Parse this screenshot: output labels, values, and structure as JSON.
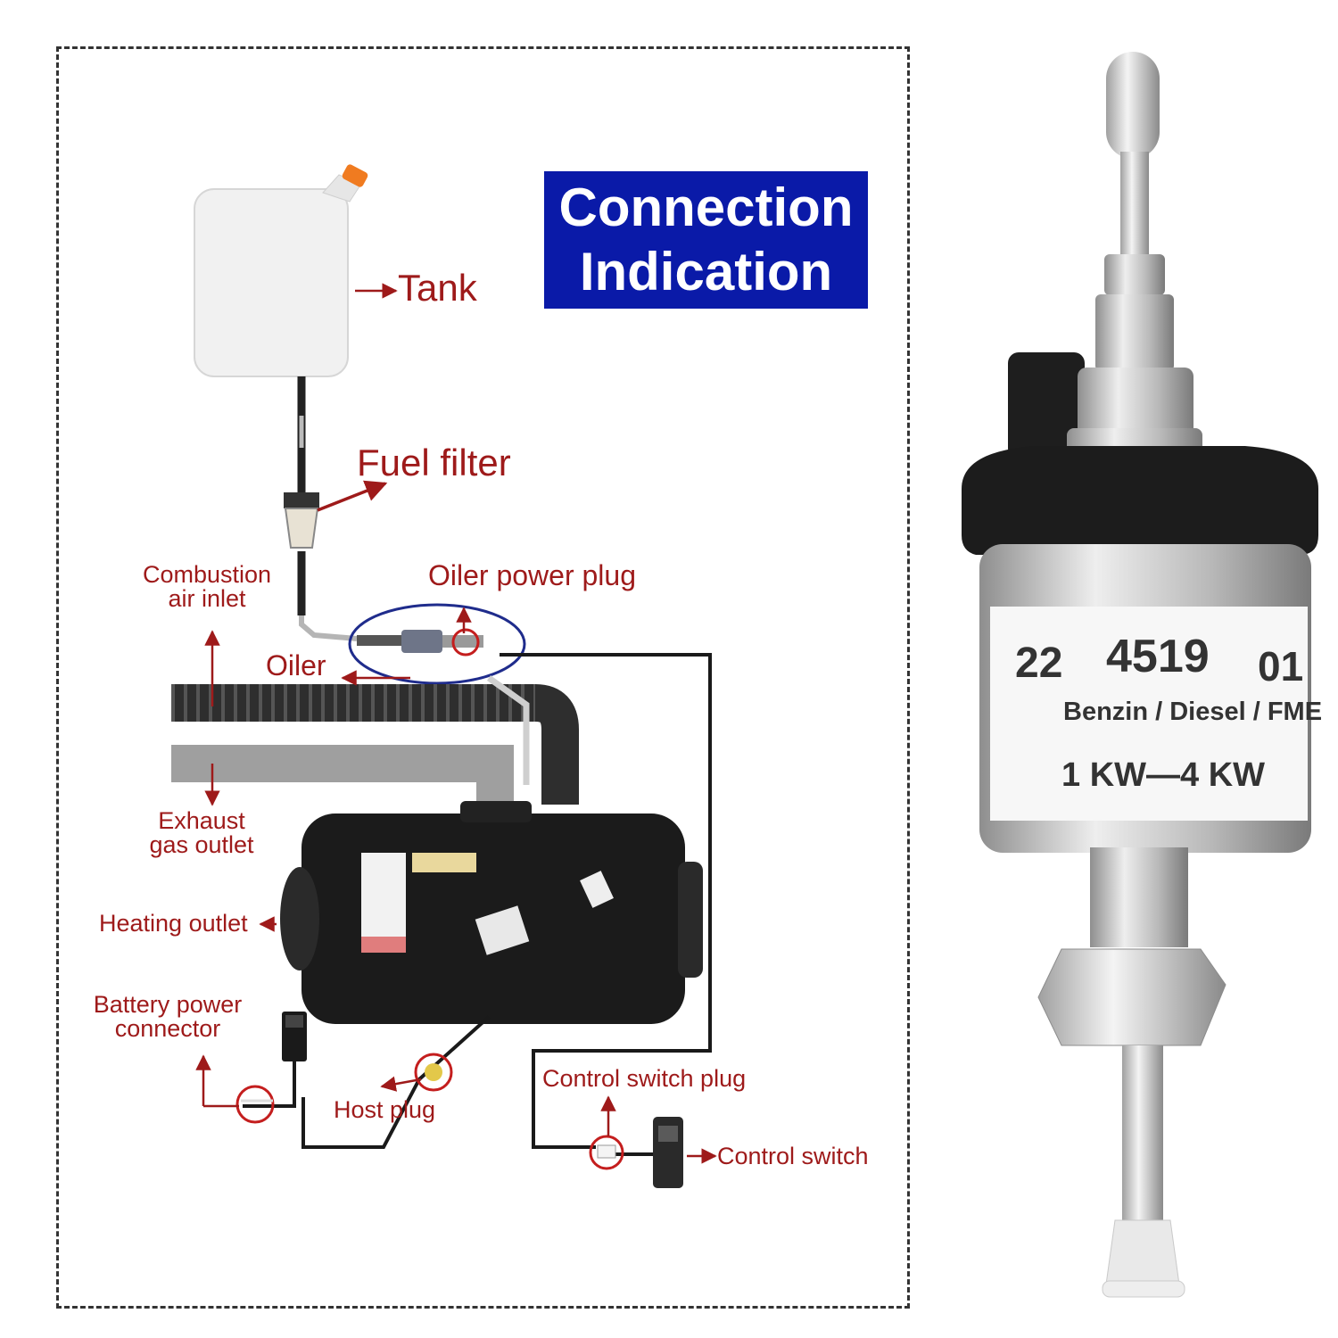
{
  "diagram": {
    "title_line1": "Connection",
    "title_line2": "Indication",
    "labels": {
      "tank": "Tank",
      "fuel_filter": "Fuel filter",
      "combustion_line1": "Combustion",
      "combustion_line2": "air inlet",
      "oiler_power_plug": "Oiler power plug",
      "oiler": "Oiler",
      "exhaust_line1": "Exhaust",
      "exhaust_line2": "gas outlet",
      "heating_outlet": "Heating outlet",
      "battery_line1": "Battery power",
      "battery_line2": "connector",
      "host_plug": "Host plug",
      "control_switch_plug": "Control switch plug",
      "control_switch": "Control switch"
    },
    "colors": {
      "title_bg": "#0a1aa8",
      "label_red": "#9e1a1a"
    }
  },
  "pump": {
    "part_a": "22",
    "part_b": "4519",
    "part_c": "01",
    "fuels": "Benzin / Diesel / FME",
    "power": "1 KW—4 KW"
  }
}
